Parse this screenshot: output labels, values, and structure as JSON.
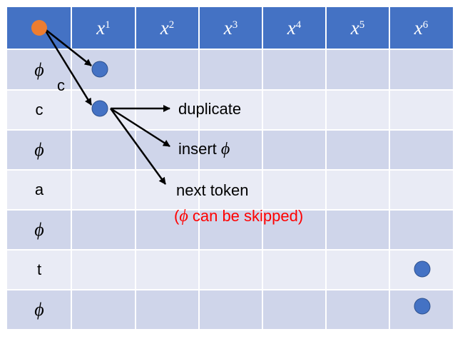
{
  "columns": [
    {
      "base": "x",
      "sup": "1"
    },
    {
      "base": "x",
      "sup": "2"
    },
    {
      "base": "x",
      "sup": "3"
    },
    {
      "base": "x",
      "sup": "4"
    },
    {
      "base": "x",
      "sup": "5"
    },
    {
      "base": "x",
      "sup": "6"
    }
  ],
  "rows": [
    "ϕ",
    "c",
    "ϕ",
    "a",
    "ϕ",
    "t",
    "ϕ"
  ],
  "transition_label": "c",
  "annotations": {
    "duplicate": "duplicate",
    "insert_prefix": "insert ",
    "insert_symbol": "ϕ",
    "next_token": "next token",
    "note_open": "(",
    "note_symbol": "ϕ",
    "note_rest": " can be skipped)"
  },
  "colors": {
    "header": "#4472c4",
    "row_dark": "#cfd5ea",
    "row_light": "#e9ebf5",
    "node_blue": "#4472c4",
    "node_orange": "#ed7d31",
    "note_red": "#ff0000"
  }
}
